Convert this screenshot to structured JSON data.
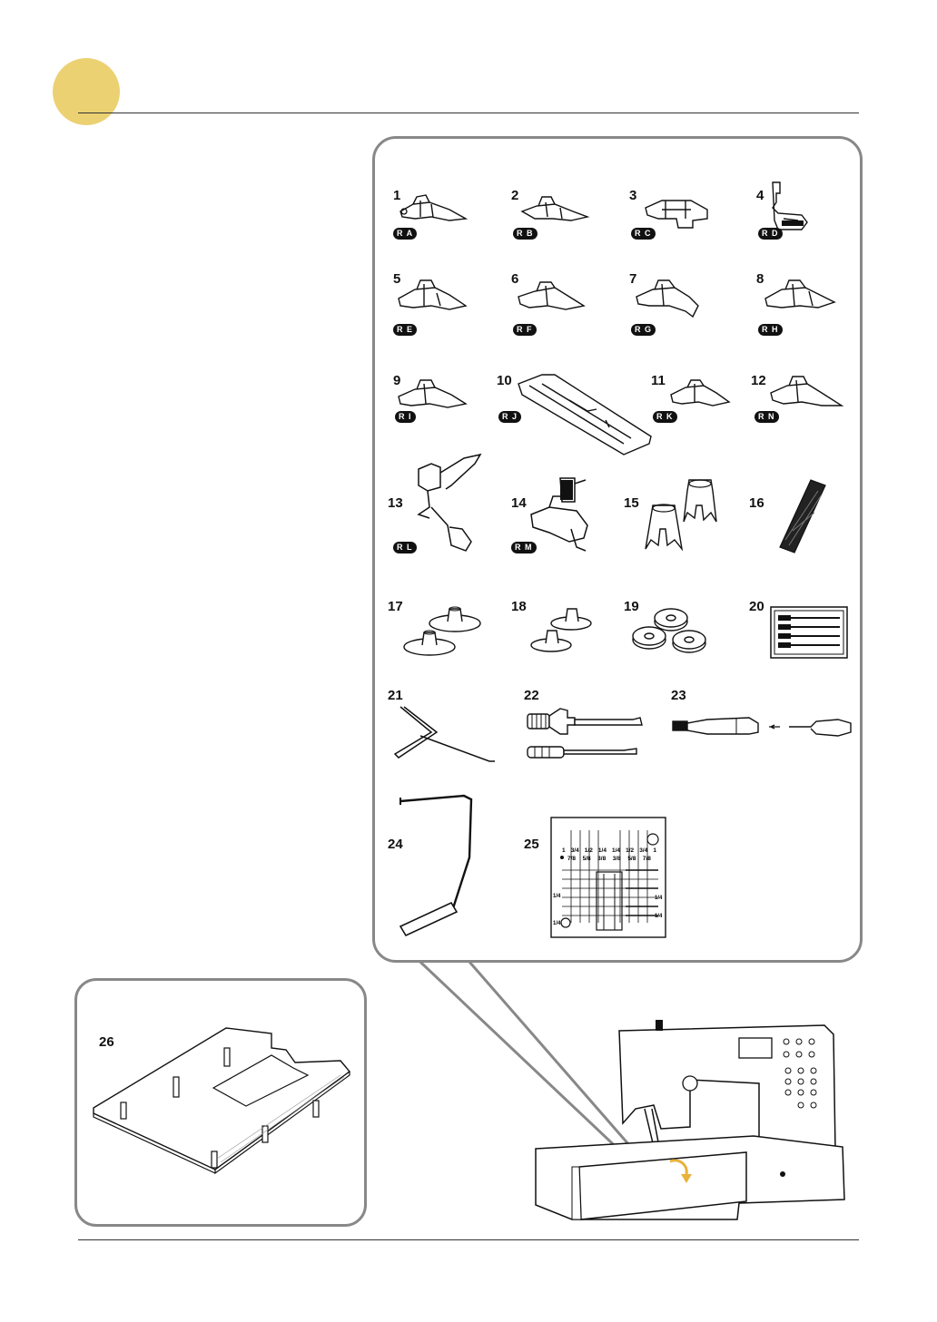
{
  "accessories": [
    {
      "number": "1",
      "code": "R A"
    },
    {
      "number": "2",
      "code": "R B"
    },
    {
      "number": "3",
      "code": "R C"
    },
    {
      "number": "4",
      "code": "R D"
    },
    {
      "number": "5",
      "code": "R E"
    },
    {
      "number": "6",
      "code": "R F"
    },
    {
      "number": "7",
      "code": "R G"
    },
    {
      "number": "8",
      "code": "R H"
    },
    {
      "number": "9",
      "code": "R I"
    },
    {
      "number": "10",
      "code": "R J"
    },
    {
      "number": "11",
      "code": "R K"
    },
    {
      "number": "12",
      "code": "R N"
    },
    {
      "number": "13",
      "code": "R L"
    },
    {
      "number": "14",
      "code": "R M"
    },
    {
      "number": "15"
    },
    {
      "number": "16"
    },
    {
      "number": "17"
    },
    {
      "number": "18"
    },
    {
      "number": "19"
    },
    {
      "number": "20"
    },
    {
      "number": "21"
    },
    {
      "number": "22"
    },
    {
      "number": "23"
    },
    {
      "number": "24"
    },
    {
      "number": "25"
    },
    {
      "number": "26"
    }
  ],
  "needle_plate_scale": {
    "top_row": [
      "1",
      "3/4",
      "1/2",
      "1/4",
      "1/4",
      "1/2",
      "3/4",
      "1"
    ],
    "second_row": [
      "7/8",
      "5/8",
      "3/8",
      "3/8",
      "5/8",
      "7/8"
    ],
    "side_marks": [
      "1/4",
      "1/4",
      "1/4",
      "1/4"
    ]
  },
  "colors": {
    "badge": "#ecd173",
    "panel_border": "#888888",
    "arrow": "#e8b23a"
  }
}
